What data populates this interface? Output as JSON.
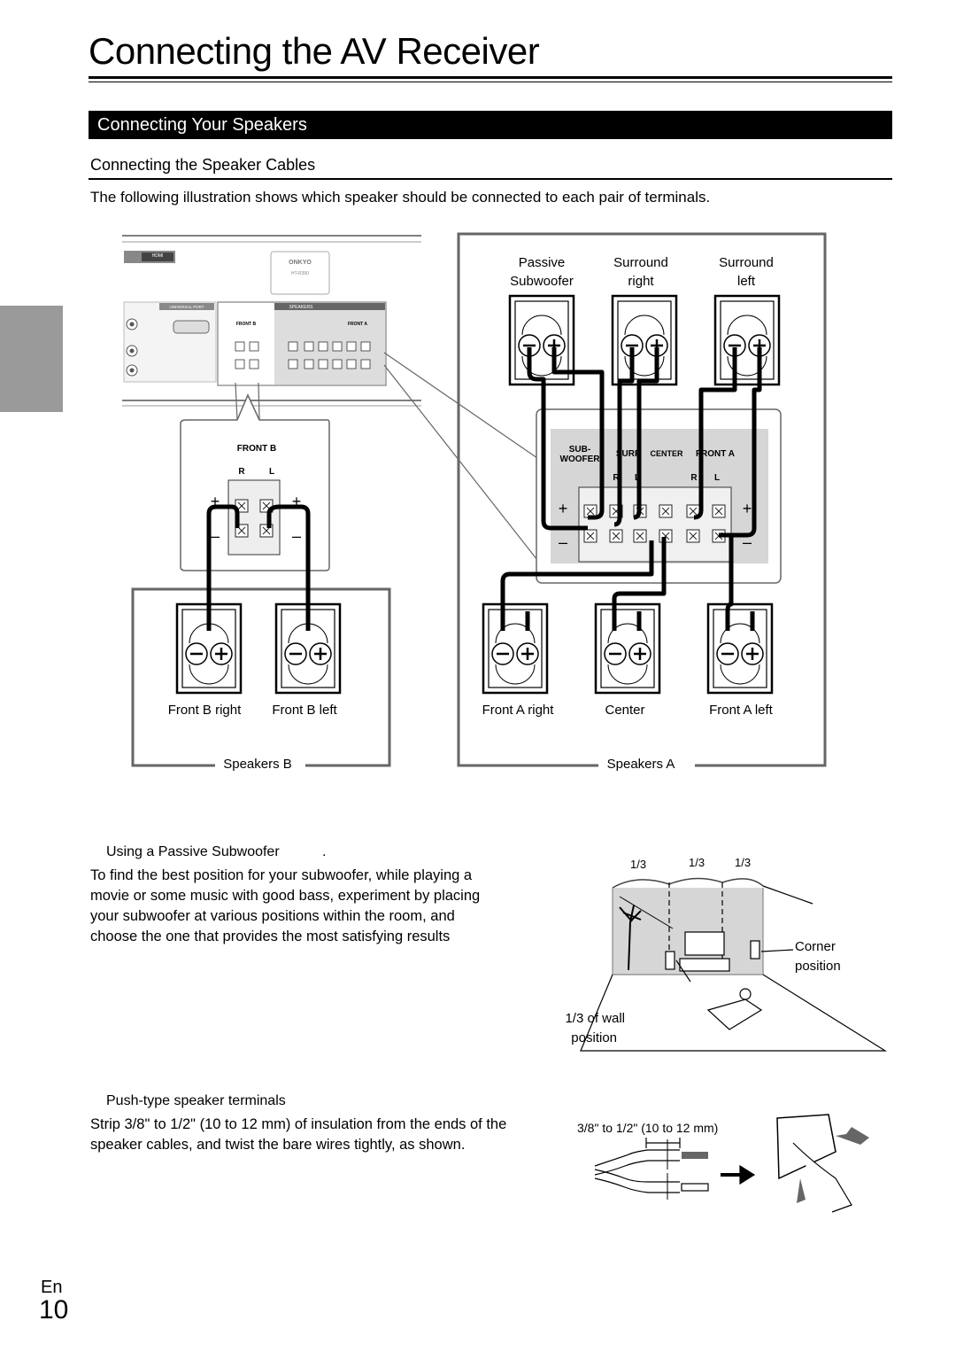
{
  "page": {
    "title": "Connecting the AV Receiver",
    "section": "Connecting Your Speakers",
    "subsection": "Connecting the Speaker Cables",
    "intro": "The following illustration shows which speaker should be connected to each pair of terminals."
  },
  "receiver": {
    "brand": "ONKYO",
    "model": "HT-R390",
    "hdmi_label": "HDMI",
    "universal_port": "UNIVERSAL PORT",
    "speakers_label": "SPEAKERS",
    "front_b": "FRONT B",
    "sub_woofer_line1": "SUB-",
    "sub_woofer_line2": "WOOFER",
    "surr": "SURR",
    "center": "CENTER",
    "front_a": "FRONT A",
    "r": "R",
    "l": "L",
    "plus": "+",
    "minus": "–"
  },
  "speakers": {
    "passive_subwoofer_1": "Passive",
    "passive_subwoofer_2": "Subwoofer",
    "surround_right_1": "Surround",
    "surround_right_2": "right",
    "surround_left_1": "Surround",
    "surround_left_2": "left",
    "front_a_right": "Front A right",
    "center": "Center",
    "front_a_left": "Front A left",
    "front_b_right": "Front B right",
    "front_b_left": "Front B left",
    "group_a": "Speakers A",
    "group_b": "Speakers B"
  },
  "subwoofer_note": {
    "heading": "Using a Passive Subwoofer",
    "text": [
      "To find the best position for your subwoofer, while playing a",
      "movie or some music with good bass, experiment by placing",
      "your subwoofer at various positions within the room, and",
      "choose the one that provides the most satisfying results"
    ],
    "third": "1/3",
    "corner_1": "Corner",
    "corner_2": "position",
    "wall_1": "1/3 of wall",
    "wall_2": "position"
  },
  "terminal_note": {
    "heading": "Push-type speaker terminals",
    "text": [
      "Strip 3/8\" to 1/2\" (10 to 12 mm) of insulation from the ends of the",
      "speaker cables, and twist the bare wires tightly, as shown."
    ],
    "strip_length": "3/8\" to 1/2\" (10 to 12 mm)"
  },
  "footer": {
    "lang": "En",
    "page_number": "10"
  }
}
